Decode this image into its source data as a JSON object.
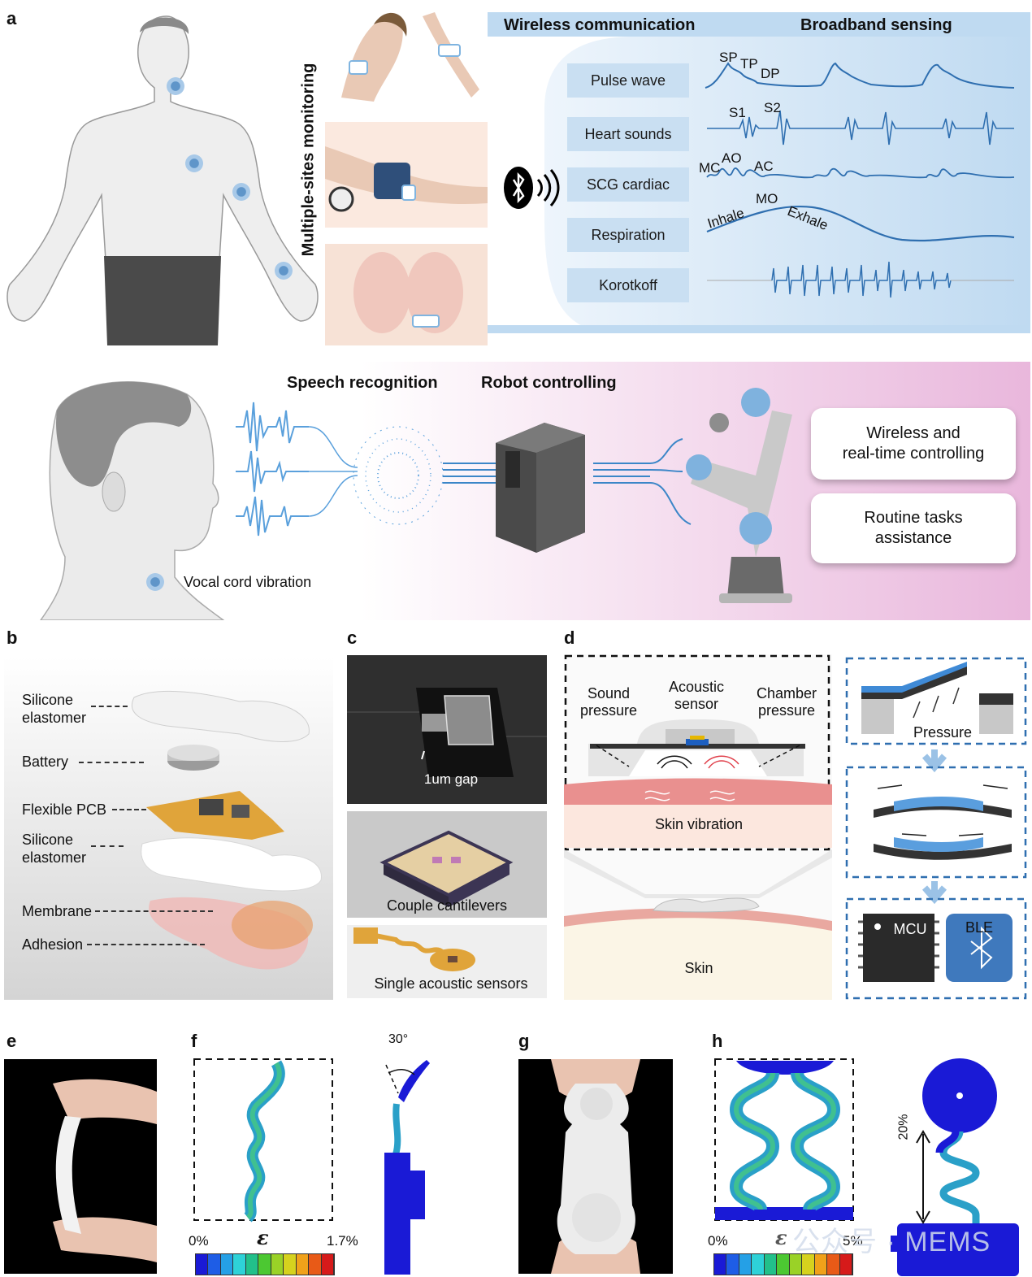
{
  "panels": {
    "a": "a",
    "b": "b",
    "c": "c",
    "d": "d",
    "e": "e",
    "f": "f",
    "g": "g",
    "h": "h"
  },
  "a_top": {
    "side_label": "Multiple-sites monitoring",
    "header_left": "Wireless communication",
    "header_right": "Broadband sensing",
    "signals": [
      "Pulse wave",
      "Heart sounds",
      "SCG cardiac",
      "Respiration",
      "Korotkoff"
    ],
    "annotations": {
      "sp": "SP",
      "tp": "TP",
      "dp": "DP",
      "s1": "S1",
      "s2": "S2",
      "mc": "MC",
      "ao": "AO",
      "ac": "AC",
      "mo": "MO",
      "inhale": "Inhale",
      "exhale": "Exhale"
    }
  },
  "a_bottom": {
    "speech": "Speech recognition",
    "robot": "Robot controlling",
    "vocal": "Vocal cord vibration",
    "card1_line1": "Wireless and",
    "card1_line2": "real-time controlling",
    "card2_line1": "Routine tasks",
    "card2_line2": "assistance"
  },
  "b": {
    "layers": [
      {
        "l1": "Silicone",
        "l2": "elastomer"
      },
      {
        "l1": "Battery",
        "l2": ""
      },
      {
        "l1": "Flexible PCB",
        "l2": ""
      },
      {
        "l1": "Silicone",
        "l2": "elastomer"
      },
      {
        "l1": "Membrane",
        "l2": ""
      },
      {
        "l1": "Adhesion",
        "l2": ""
      }
    ]
  },
  "c": {
    "gap": "1um gap",
    "cantilevers": "Couple cantilevers",
    "single": "Single acoustic sensors"
  },
  "d": {
    "sound_1": "Sound",
    "sound_2": "pressure",
    "acoustic_1": "Acoustic",
    "acoustic_2": "sensor",
    "chamber_1": "Chamber",
    "chamber_2": "pressure",
    "skin_vibration": "Skin vibration",
    "skin": "Skin",
    "pressure": "Pressure",
    "mcu": "MCU",
    "ble": "BLE"
  },
  "f": {
    "angle": "30°",
    "min": "0%",
    "symbol": "ε",
    "max": "1.7%"
  },
  "h": {
    "percent": "20%",
    "min": "0%",
    "symbol": "ε",
    "max": "5%",
    "watermark": "公众号 · MEMS"
  },
  "colors": {
    "accent": "#2f6fb0",
    "light_blue": "#c9dff2",
    "pink": "#e9b7dc",
    "colorbar": [
      "#1a1ad6",
      "#1e5de6",
      "#25a0e6",
      "#2ed2d8",
      "#22c08a",
      "#4cc832",
      "#9ad227",
      "#d6d21e",
      "#f0a11a",
      "#e85a17",
      "#d61a1a"
    ]
  }
}
